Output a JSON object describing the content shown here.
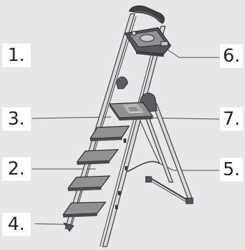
{
  "colors": {
    "background": "#e6e7e8",
    "label_bg": "#ffffff",
    "label_text": "#1f2124",
    "frame_light": "#d9dadc",
    "frame_dark": "#3a3b3d",
    "step_fill": "#8f9193",
    "leader_line": "#4a4b4d"
  },
  "labels": {
    "l1": "1.",
    "l2": "2.",
    "l3": "3.",
    "l4": "4.",
    "l5": "5.",
    "l6": "6.",
    "l7": "7."
  }
}
